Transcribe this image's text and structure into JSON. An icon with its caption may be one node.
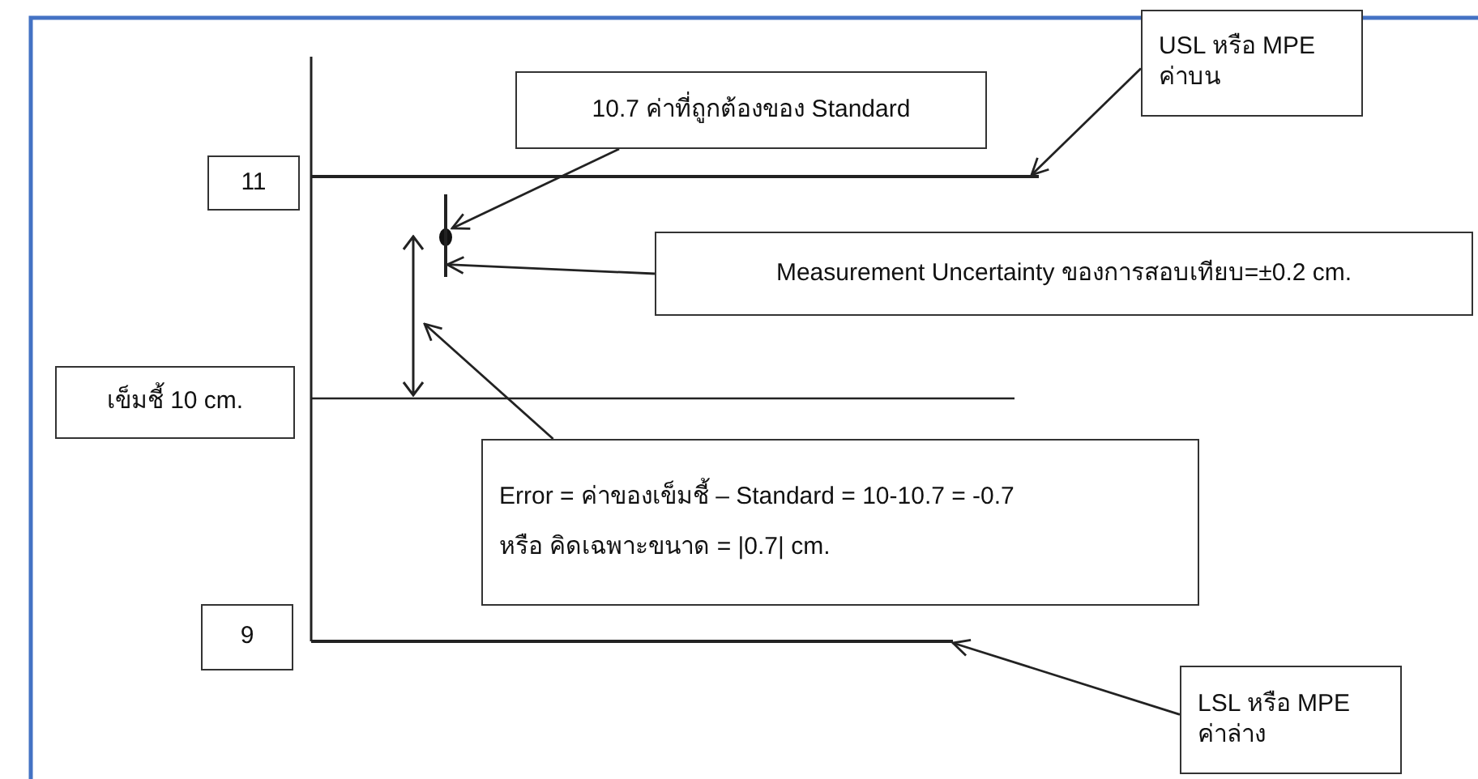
{
  "diagram": {
    "nodes": [
      {
        "text": [
          "11"
        ]
      },
      {
        "text": [
          "เข็มชี้ 10 cm."
        ]
      },
      {
        "text": [
          "9"
        ]
      },
      {
        "text": [
          "10.7 ค่าที่ถูกต้องของ Standard"
        ]
      },
      {
        "text": [
          "USL หรือ MPE ค่าบน"
        ]
      },
      {
        "text": [
          "Measurement Uncertainty ของการสอบเทียบ=±0.2 cm."
        ]
      },
      {
        "text": [
          "Error = ค่าของเข็มชี้ – Standard = 10-10.7 = -0.7",
          "หรือ คิดเฉพาะขนาด = |0.7| cm."
        ]
      },
      {
        "text": [
          "LSL หรือ MPE ค่าล่าง"
        ]
      },
      {
        "text": [],
        "shape": "line"
      },
      {
        "text": [],
        "shape": "dot"
      },
      {
        "text": [],
        "shape": "bar"
      },
      {
        "text": [],
        "shape": "arrow"
      },
      {
        "text": [],
        "shape": "line"
      }
    ],
    "edges": [
      {
        "from": 4,
        "to": 8,
        "arrow": "to"
      },
      {
        "from": 3,
        "to": 9,
        "arrow": "to"
      },
      {
        "from": 5,
        "to": 10,
        "arrow": "to"
      },
      {
        "from": 6,
        "to": 11,
        "arrow": "to"
      },
      {
        "from": 7,
        "to": 12,
        "arrow": "to"
      }
    ]
  }
}
